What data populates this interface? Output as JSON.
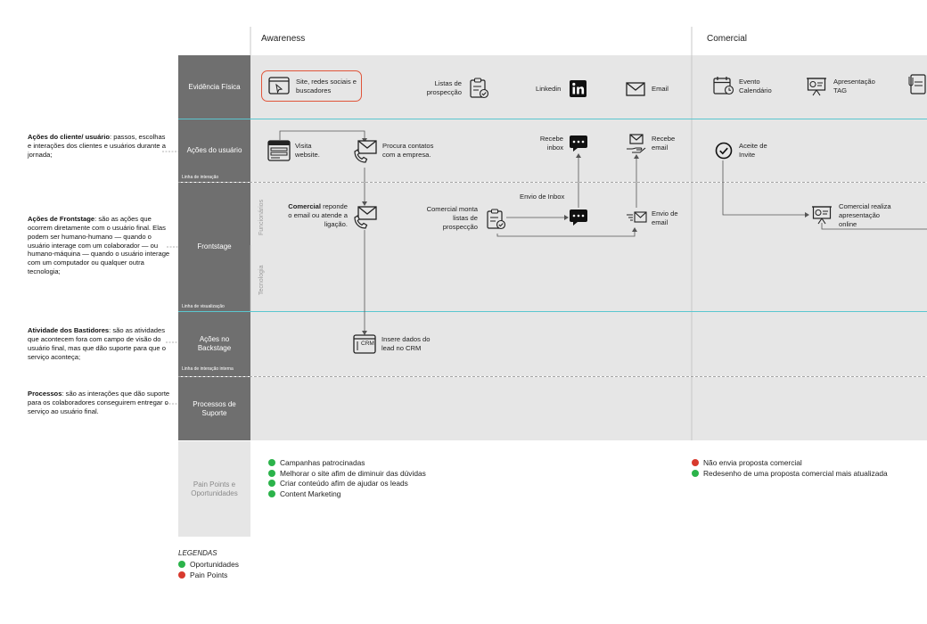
{
  "columns": {
    "awareness": "Awareness",
    "comercial": "Comercial"
  },
  "rows": {
    "evidencia": "Evidência Física",
    "acoes_usuario": "Ações do usuário",
    "frontstage": "Frontstage",
    "backstage": "Ações no Backstage",
    "suporte": "Processos de Suporte",
    "pain_points": "Pain Points e Oportunidades"
  },
  "lines": {
    "interacao": "Linha de interação",
    "visualizacao": "Linha de visualização",
    "interacao_interna": "Linha de interação interna"
  },
  "frontstage_sub": {
    "funcionarios": "Funcionários",
    "tecnologia": "Tecnologia"
  },
  "descriptions": {
    "cliente": {
      "title": "Ações do cliente/ usuário",
      "text": ": passos, escolhas e interações dos clientes e usuários durante a jornada;"
    },
    "frontstage": {
      "title": "Ações de Frontstage",
      "text": ": são as ações que ocorrem diretamente com o usuário final. Elas podem ser humano-humano — quando o usuário interage com um colaborador — ou humano-máquina — quando o usuário interage com um computador ou qualquer outra tecnologia;"
    },
    "bastidores": {
      "title": "Atividade dos Bastidores",
      "text": ": são as atividades que acontecem fora com campo de visão do usuário final, mas que dão suporte para que o serviço aconteça;"
    },
    "processos": {
      "title": "Processos",
      "text": ": são as interações que dão suporte para os colaboradores conseguirem entregar o serviço ao usuário final."
    }
  },
  "evidencias": {
    "site": "Site, redes sociais e buscadores",
    "listas": "Listas de prospecção",
    "linkedin": "Linkedin",
    "email": "Email",
    "evento": "Evento Calendário",
    "apresentacao": "Apresentação TAG"
  },
  "usuario": {
    "visita": "Visita website.",
    "procura": "Procura contatos com a empresa.",
    "recebe_inbox": "Recebe inbox",
    "recebe_email": "Recebe email",
    "aceite": "Aceite de Invite"
  },
  "front": {
    "comercial_bold": "Comercial",
    "comercial_rest": " reponde o email ou atende a ligação.",
    "monta": "Comercial monta listas de prospecção",
    "envio_inbox": "Envio de Inbox",
    "envio_email": "Envio de email",
    "realiza": "Comercial realiza apresentação online"
  },
  "backstage": {
    "crm": "Insere dados do lead no CRM",
    "crm_tag": "CRM"
  },
  "pain_points": {
    "awareness": [
      {
        "type": "opportunity",
        "text": "Campanhas patrocinadas"
      },
      {
        "type": "opportunity",
        "text": "Melhorar o site afim de diminuir das dúvidas"
      },
      {
        "type": "opportunity",
        "text": "Criar conteúdo afim de ajudar os leads"
      },
      {
        "type": "opportunity",
        "text": "Content Marketing"
      }
    ],
    "comercial": [
      {
        "type": "pain",
        "text": "Não envia proposta comercial"
      },
      {
        "type": "opportunity",
        "text": "Redesenho de uma proposta comercial mais atualizada"
      }
    ]
  },
  "legend": {
    "title": "LEGENDAS",
    "opportunity": "Oportunidades",
    "pain": "Pain Points"
  },
  "colors": {
    "opportunity": "#2bb34a",
    "pain": "#d83a2e",
    "line_interaction": "#5bc6cf",
    "side_label": "#6f6f6f",
    "band": "#e6e6e6",
    "highlight": "#e0553a"
  }
}
